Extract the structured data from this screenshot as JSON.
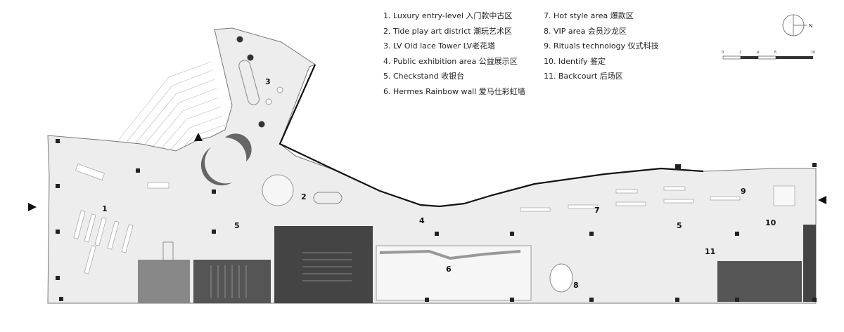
{
  "legend": {
    "col1": [
      "1. Luxury  entry-level 入门款中古区",
      "2. Tide play art district 潮玩艺术区",
      "3. LV Old lace Tower LV老花塔",
      "4. Public exhibition area 公益展示区",
      "5. Checkstand 收银台",
      "6. Hermes Rainbow wall 爱马仕彩虹墙"
    ],
    "col2": [
      "7. Hot style area 爆款区",
      "8. VIP area 会员沙龙区",
      "9. Rituals technology 仪式科技",
      "10. Identify 鉴定",
      "11. Backcourt 后场区"
    ]
  },
  "zones": [
    "1",
    "2",
    "3",
    "4",
    "5",
    "5",
    "6",
    "7",
    "8",
    "9",
    "10",
    "11"
  ],
  "north": "N",
  "scale": [
    "0",
    "2",
    "4",
    "6",
    "10"
  ]
}
